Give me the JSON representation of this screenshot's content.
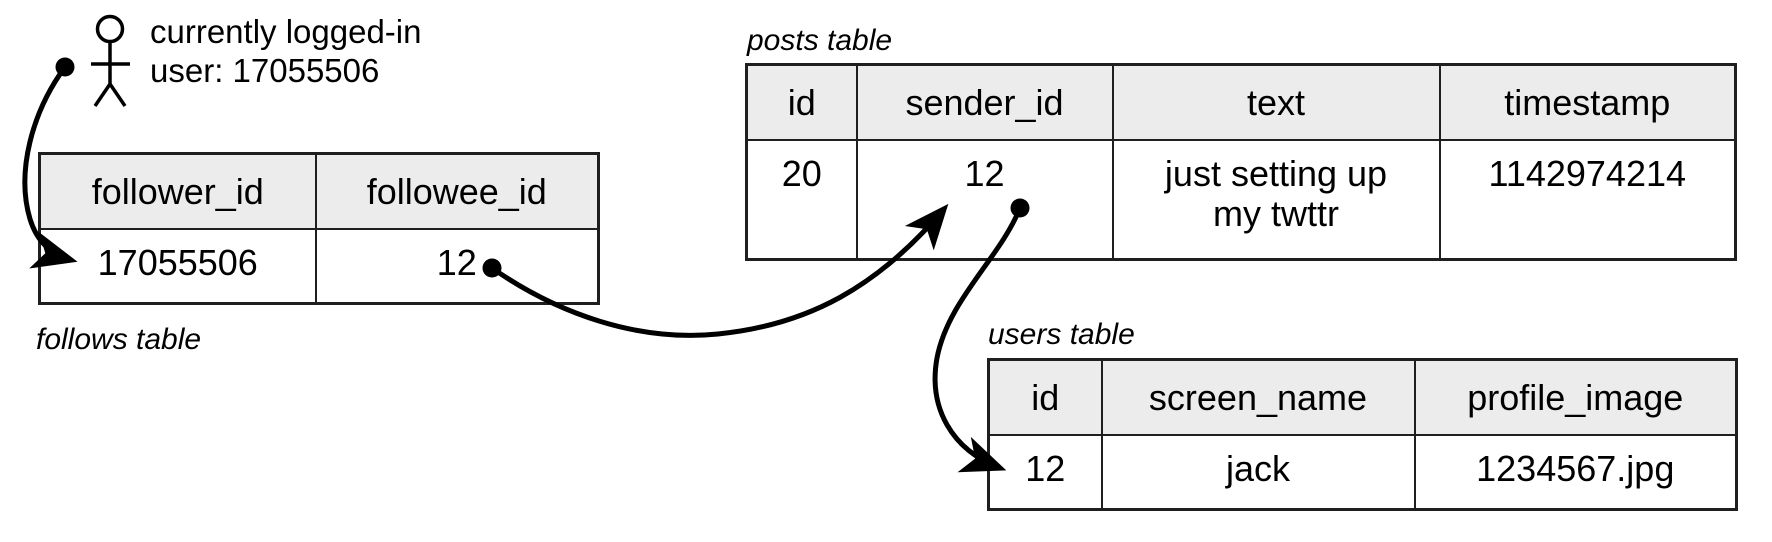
{
  "legend": {
    "line1": "currently logged-in",
    "line2": "user: 17055506"
  },
  "tables": {
    "follows": {
      "label": "follows table",
      "columns": [
        "follower_id",
        "followee_id"
      ],
      "rows": [
        [
          "17055506",
          "12"
        ]
      ]
    },
    "posts": {
      "label": "posts table",
      "columns": [
        "id",
        "sender_id",
        "text",
        "timestamp"
      ],
      "rows": [
        [
          "20",
          "12",
          [
            "just setting up",
            "my twttr"
          ],
          "1142974214"
        ]
      ]
    },
    "users": {
      "label": "users table",
      "columns": [
        "id",
        "screen_name",
        "profile_image"
      ],
      "rows": [
        [
          "12",
          "jack",
          "1234567.jpg"
        ]
      ]
    }
  },
  "relations": [
    {
      "from": "logged-in-user",
      "to": "follows.follower_id (17055506)"
    },
    {
      "from": "follows.followee_id (12)",
      "to": "posts.sender_id (12)"
    },
    {
      "from": "posts.sender_id (12)",
      "to": "users.id (12)"
    }
  ],
  "colors": {
    "ink": "#000000",
    "border": "#1f1f1f",
    "header_bg": "#ececec"
  }
}
